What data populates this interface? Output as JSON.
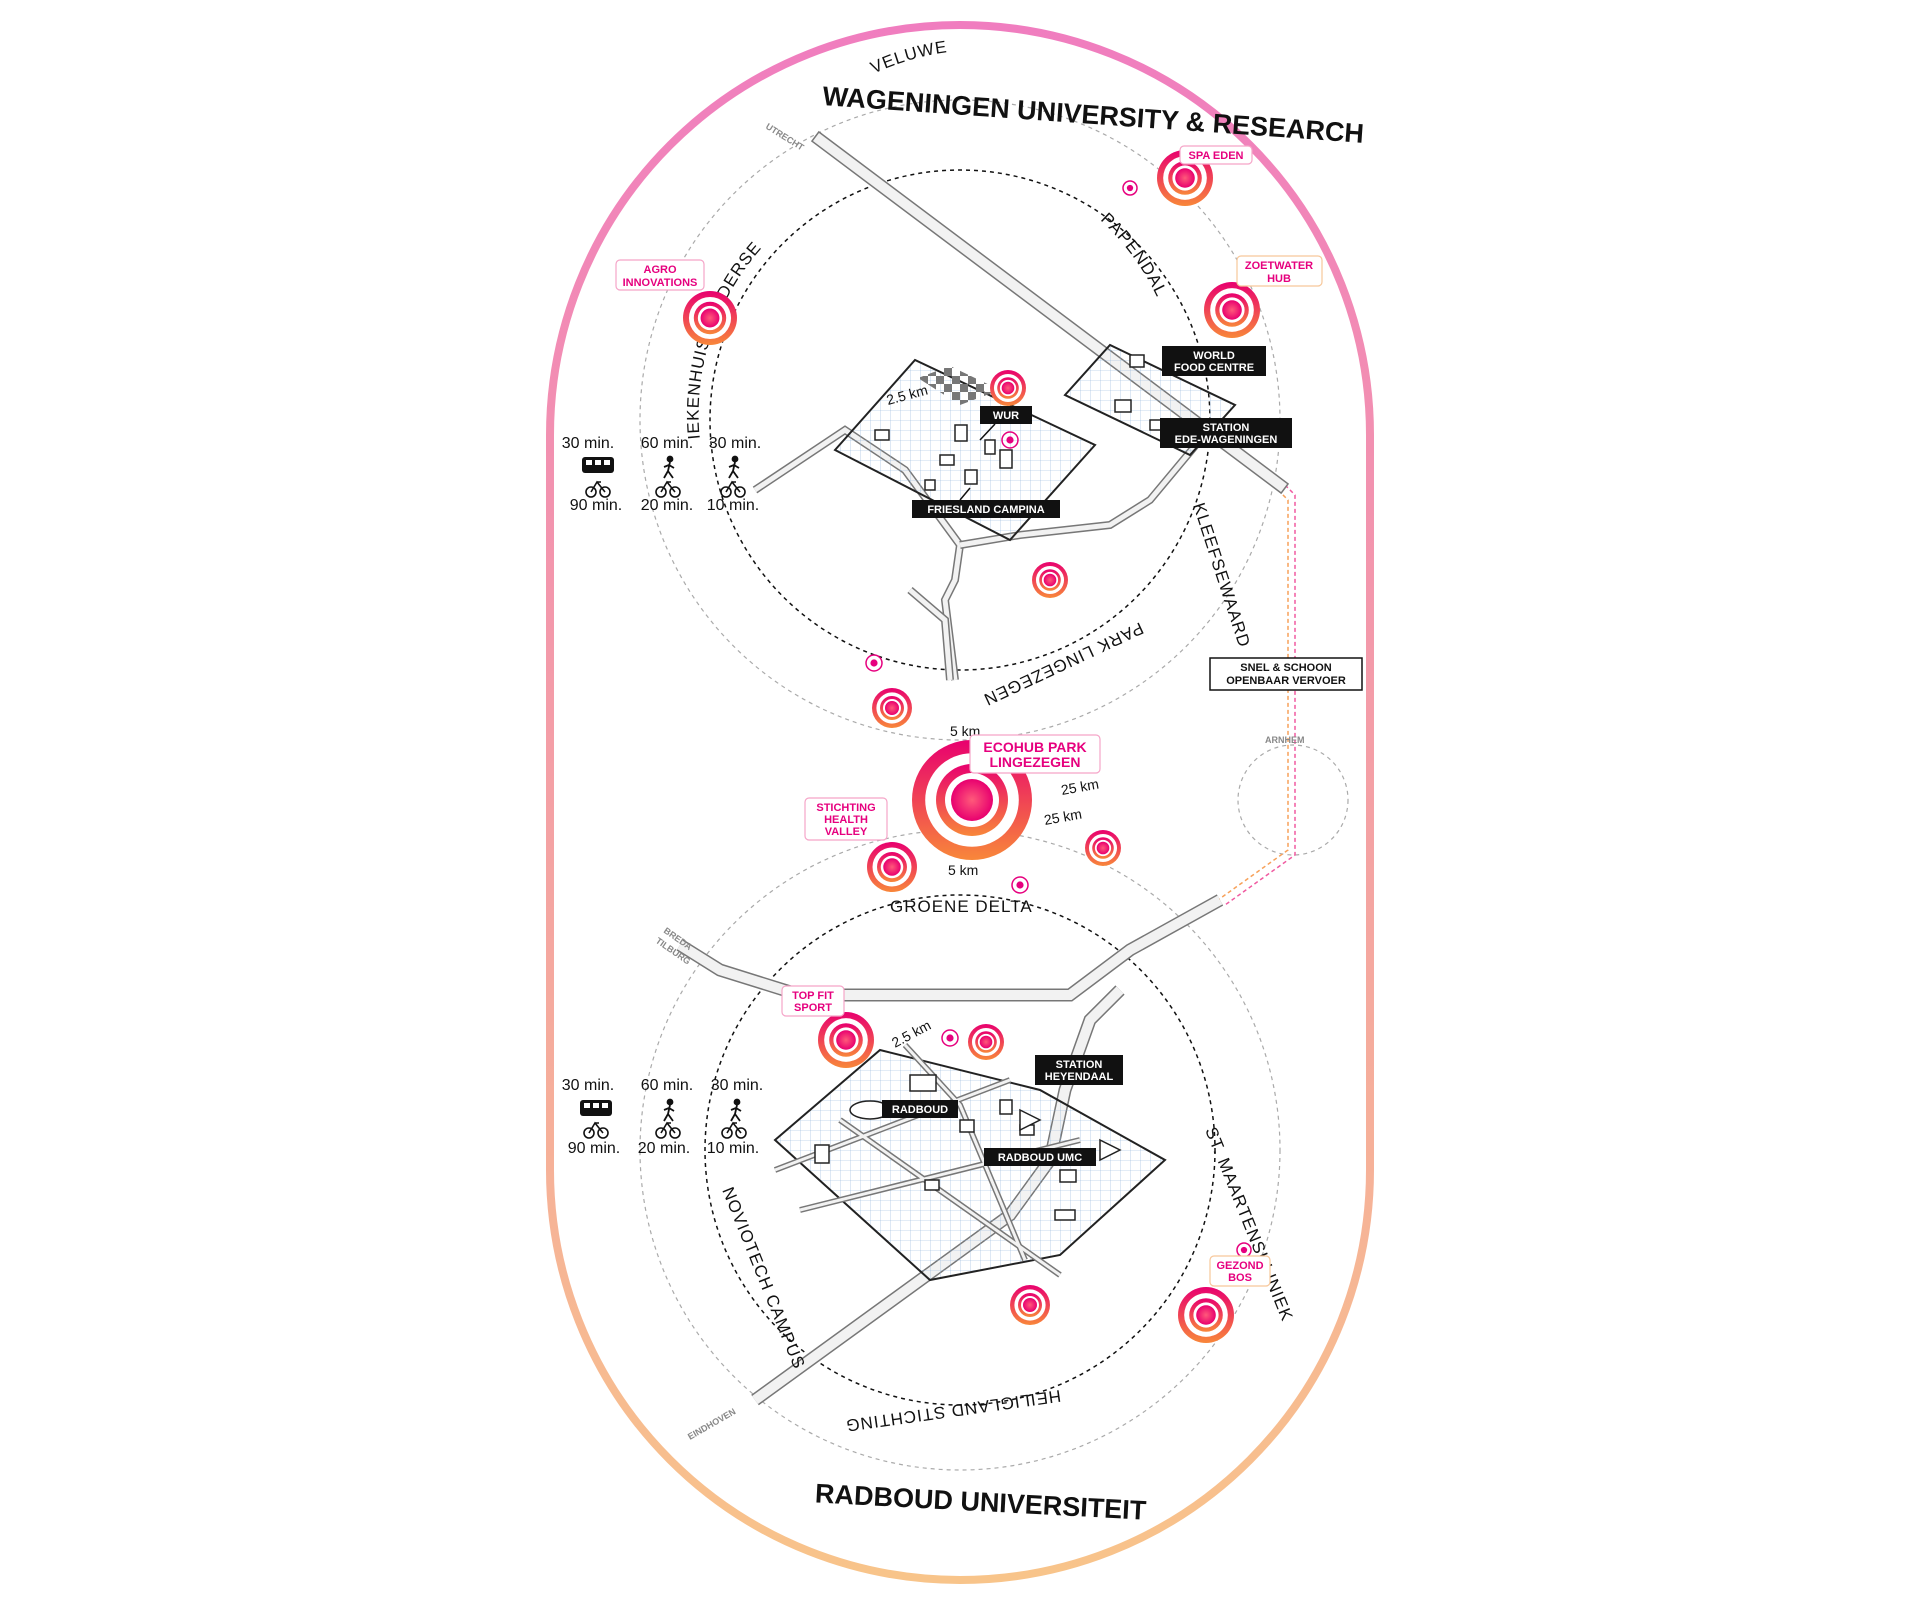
{
  "titles": {
    "top": "WAGENINGEN UNIVERSITY & RESEARCH",
    "bottom": "RADBOUD UNIVERSITEIT"
  },
  "top_ring_labels": {
    "veluwe": "VELUWE",
    "papendal": "PAPENDAL",
    "ziekenhuis": "ZIEKENHUIS GELDERSE VALLEI",
    "kleefse": "KLEEFSEWAARD",
    "park": "PARK LINGEZEGEN"
  },
  "bottom_ring_labels": {
    "groene": "GROENE DELTA",
    "maartens": "ST. MAARTENSKLINIEK",
    "noviotech": "NOVIOTECH CAMPUS",
    "heilig": "HEILIGLAND STICHTING"
  },
  "hotspots": {
    "spa_eden": "SPA EDEN",
    "agro_line1": "AGRO",
    "agro_line2": "INNOVATIONS",
    "zoet_line1": "ZOETWATER",
    "zoet_line2": "HUB",
    "ecohub_line1": "ECOHUB PARK",
    "ecohub_line2": "LINGEZEGEN",
    "health_line1": "STICHTING",
    "health_line2": "HEALTH",
    "health_line3": "VALLEY",
    "topfit_line1": "TOP FIT",
    "topfit_line2": "SPORT",
    "gezond_line1": "GEZOND",
    "gezond_line2": "BOS"
  },
  "places": {
    "wur": "WUR",
    "world_line1": "WORLD",
    "world_line2": "FOOD CENTRE",
    "station_ede_line1": "STATION",
    "station_ede_line2": "EDE-WAGENINGEN",
    "friesland": "FRIESLAND CAMPINA",
    "radboud": "RADBOUD",
    "radboud_umc": "RADBOUD UMC",
    "heyendaal_line1": "STATION",
    "heyendaal_line2": "HEYENDAAL",
    "transit_line1": "SNEL & SCHOON",
    "transit_line2": "OPENBAAR VERVOER",
    "arnhem": "ARNHEM",
    "utrecht": "UTRECHT",
    "breda": "BREDA",
    "tilburg": "TILBURG",
    "eindhoven": "EINDHOVEN"
  },
  "distances": {
    "km25_top": "2.5 km",
    "km25_bottom": "2.5 km",
    "km5_top": "5 km",
    "km5_bottom": "5 km",
    "km25a": "25 km",
    "km25b": "25 km"
  },
  "travel": {
    "top": {
      "bus_top": "30 min.",
      "bus_bottom": "90 min.",
      "walk_top": "60 min.",
      "walk_bottom": "20 min.",
      "bike_top": "30 min.",
      "bike_bottom": "10 min."
    },
    "bottom": {
      "bus_top": "30 min.",
      "bus_bottom": "90 min.",
      "walk_top": "60 min.",
      "walk_bottom": "20 min.",
      "bike_top": "30 min.",
      "bike_bottom": "10 min."
    }
  },
  "colors": {
    "pink": "#e6007e",
    "hot": "#f0257a",
    "orange": "#f7a15a",
    "frame_top": "#f07dbf",
    "frame_bottom": "#f8c48a"
  },
  "icons": [
    "bus-icon",
    "walker-icon",
    "bicycle-icon",
    "hotspot-target-icon"
  ]
}
